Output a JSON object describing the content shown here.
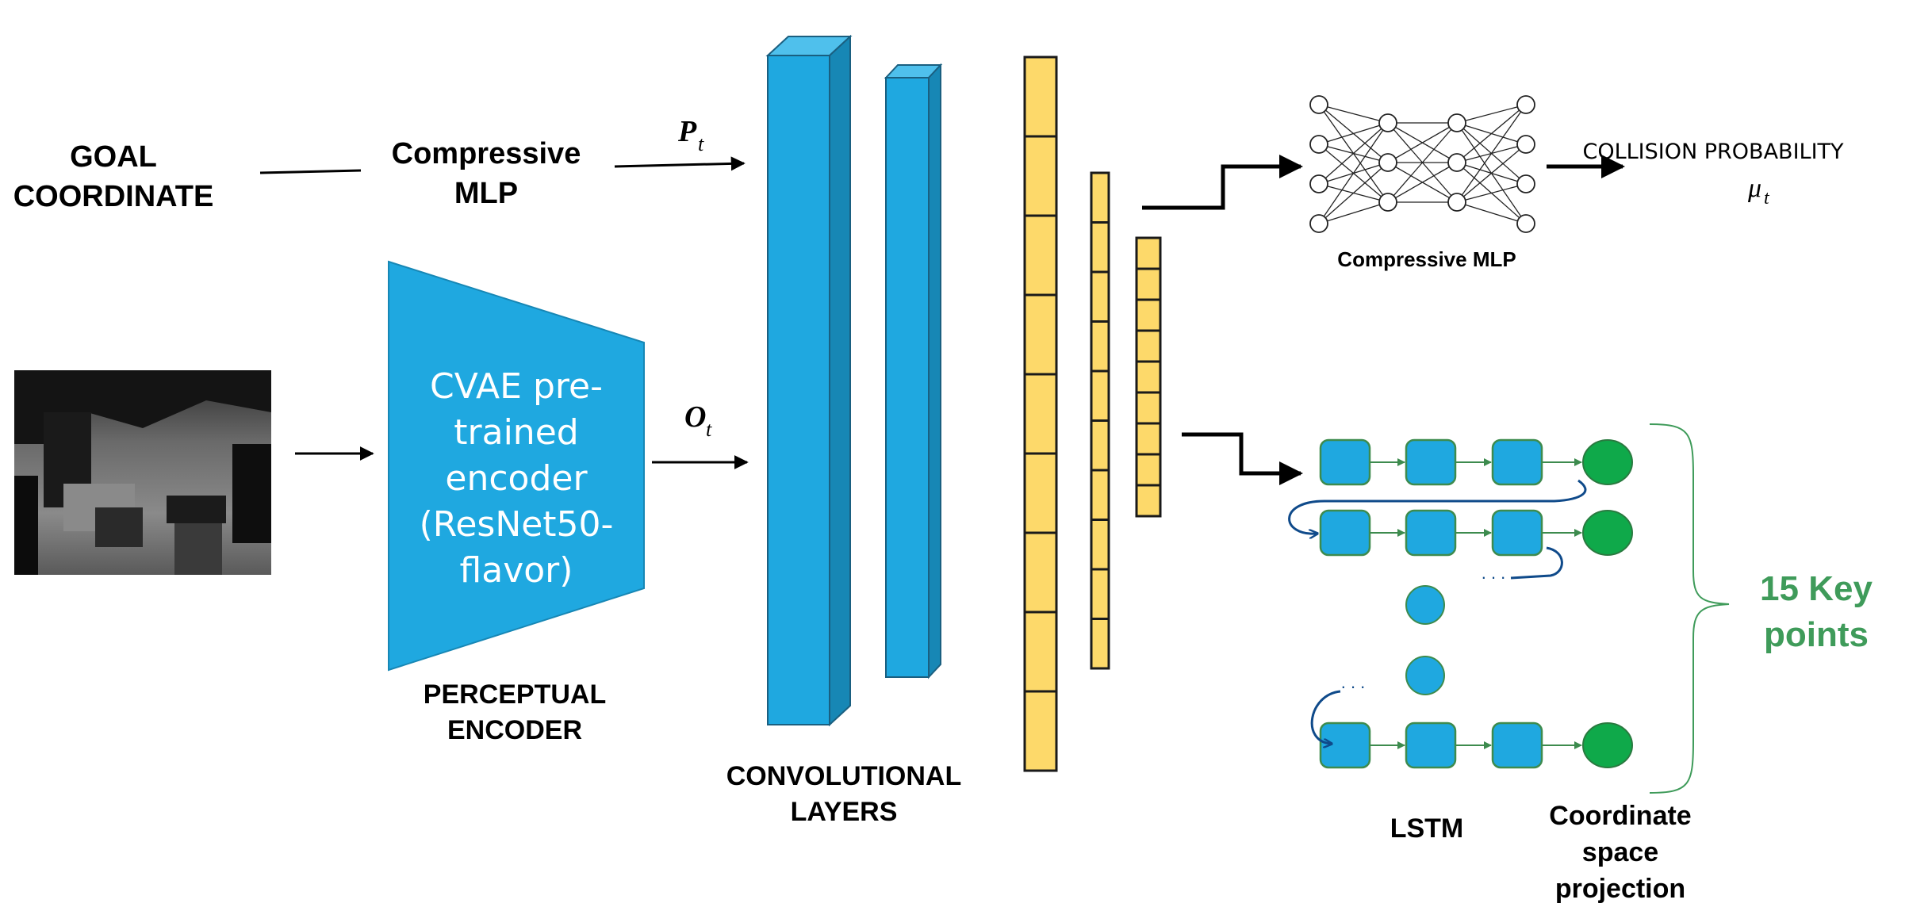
{
  "labels": {
    "goal_coordinate_line1": "GOAL",
    "goal_coordinate_line2": "COORDINATE",
    "compressive_mlp_top_line1": "Compressive",
    "compressive_mlp_top_line2": "MLP",
    "p_symbol": "P",
    "p_subscript": "t",
    "o_symbol": "O",
    "o_subscript": "t",
    "cvae_lines": [
      "CVAE pre-",
      "trained",
      "encoder",
      "(ResNet50-",
      "flavor)"
    ],
    "perceptual_encoder_line1": "PERCEPTUAL",
    "perceptual_encoder_line2": "ENCODER",
    "convolutional_layers_line1": "CONVOLUTIONAL",
    "convolutional_layers_line2": "LAYERS",
    "compressive_mlp_right": "Compressive MLP",
    "collision_probability": "COLLISION PROBABILITY",
    "mu_symbol": "μ",
    "mu_subscript": "t",
    "lstm": "LSTM",
    "coordinate_projection_lines": [
      "Coordinate",
      "space",
      "projection"
    ],
    "key_points_line1": "15 Key",
    "key_points_line2": "points",
    "ellipsis": ". . ."
  },
  "colors": {
    "blue": "#1fa8e0",
    "blue_side": "#1787b5",
    "blue_top": "#4fc0ec",
    "yellow": "#fdd96a",
    "green_node": "#0fa94a",
    "green_text": "#3f9b5a",
    "arrow": "#000000",
    "lstm_arrow": "#3d8b4e",
    "dark_blue_curve": "#0f4a8a"
  }
}
